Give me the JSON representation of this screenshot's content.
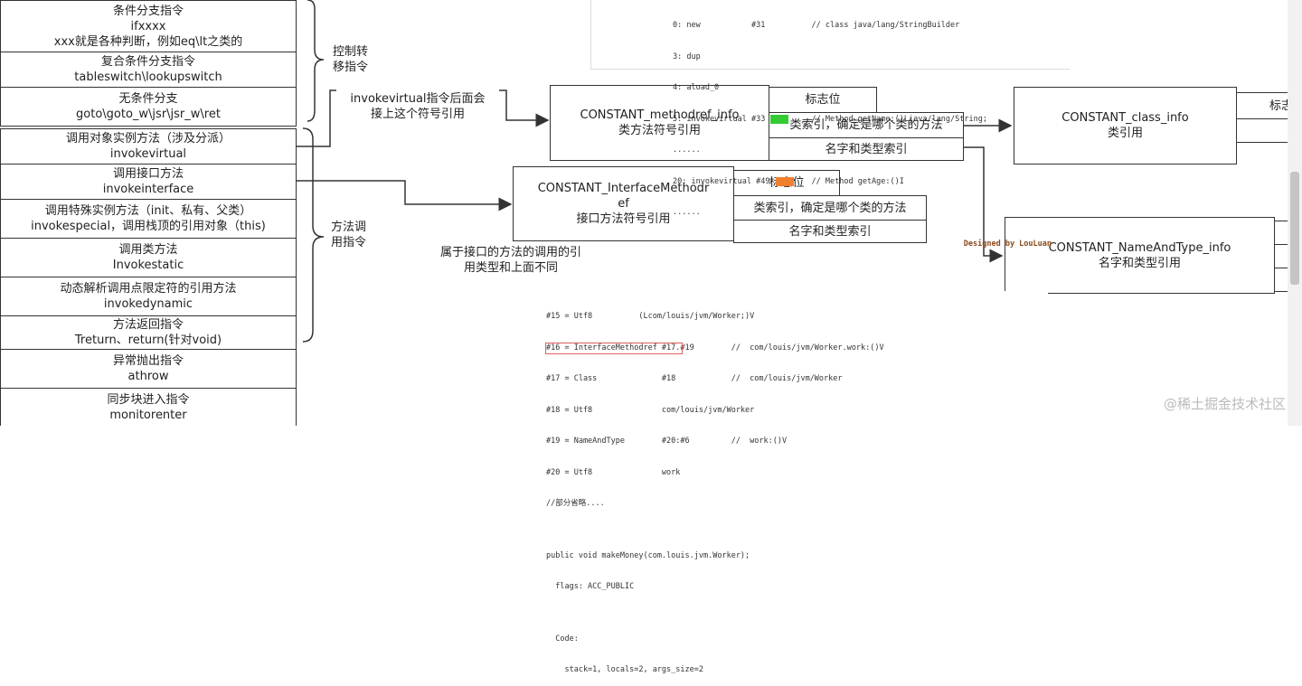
{
  "left_boxes": [
    {
      "lines": [
        "条件分支指令",
        "ifxxxx",
        "xxx就是各种判断，例如eq\\lt之类的"
      ]
    },
    {
      "lines": [
        "复合条件分支指令",
        "tableswitch\\lookupswitch"
      ]
    },
    {
      "lines": [
        "无条件分支",
        "goto\\goto_w\\jsr\\jsr_w\\ret"
      ]
    },
    {
      "lines": [
        "调用对象实例方法（涉及分派）",
        "invokevirtual"
      ]
    },
    {
      "lines": [
        "调用接口方法",
        "invokeinterface"
      ]
    },
    {
      "lines": [
        "调用特殊实例方法（init、私有、父类）",
        "invokespecial，调用栈顶的引用对象（this)"
      ]
    },
    {
      "lines": [
        "调用类方法",
        "Invokestatic"
      ]
    },
    {
      "lines": [
        "动态解析调用点限定符的引用方法",
        "invokedynamic"
      ]
    },
    {
      "lines": [
        "方法返回指令",
        "Treturn、return(针对void)"
      ]
    },
    {
      "lines": [
        "异常抛出指令",
        "athrow"
      ]
    },
    {
      "lines": [
        "同步块进入指令",
        "monitorenter"
      ]
    }
  ],
  "brace_labels": {
    "control": [
      "控制转",
      "移指令"
    ],
    "invoke": [
      "方法调",
      "用指令"
    ]
  },
  "annotations": {
    "invokevirtual_note": [
      "invokevirtual指令后面会",
      "接上这个符号引用"
    ],
    "interface_note": [
      "属于接口的方法的调用的引",
      "用类型和上面不同"
    ]
  },
  "methodref": {
    "lines": [
      "CONSTANT_methodref_info",
      "类方法符号引用"
    ],
    "fields": [
      "标志位",
      "类索引，确定是哪个类的方法",
      "名字和类型索引"
    ]
  },
  "interface_methodref": {
    "lines": [
      "CONSTANT_InterfaceMethodr",
      "ef",
      "接口方法符号引用"
    ],
    "fields": [
      "标志位",
      "类索引，确定是哪个类的方法",
      "名字和类型索引"
    ]
  },
  "class_info": {
    "lines": [
      "CONSTANT_class_info",
      "类引用"
    ],
    "fields": [
      "标志"
    ]
  },
  "nameandtype": {
    "lines": [
      "CONSTANT_NameAndType_info",
      "名字和类型引用"
    ]
  },
  "code_top": [
    "0: new           #31          // class java/lang/StringBuilder",
    "3: dup",
    "4: aload_0",
    "5: invokevirtual #33          // Method getName:()Ljava/lang/String;",
    "......",
    "20: invokevirtual #49         // Method getAge:()I",
    "......",
    "Designed by LouLuan"
  ],
  "code_bottom": [
    "#15 = Utf8          (Lcom/louis/jvm/Worker;)V",
    "#16 = InterfaceMethodref #17.#19        //  com/louis/jvm/Worker.work:()V",
    "#17 = Class              #18            //  com/louis/jvm/Worker",
    "#18 = Utf8               com/louis/jvm/Worker",
    "#19 = NameAndType        #20:#6         //  work:()V",
    "#20 = Utf8               work",
    "//部分省略....",
    "",
    "public void makeMoney(com.louis.jvm.Worker);",
    "  flags: ACC_PUBLIC",
    "",
    "  Code:",
    "    stack=1, locals=2, args_size=2"
  ],
  "watermark": "@稀土掘金技术社区",
  "colors": {
    "line": "#333333",
    "code_link": "#3333cc",
    "highlight_green": "#33cc33",
    "highlight_orange": "#f08030"
  }
}
